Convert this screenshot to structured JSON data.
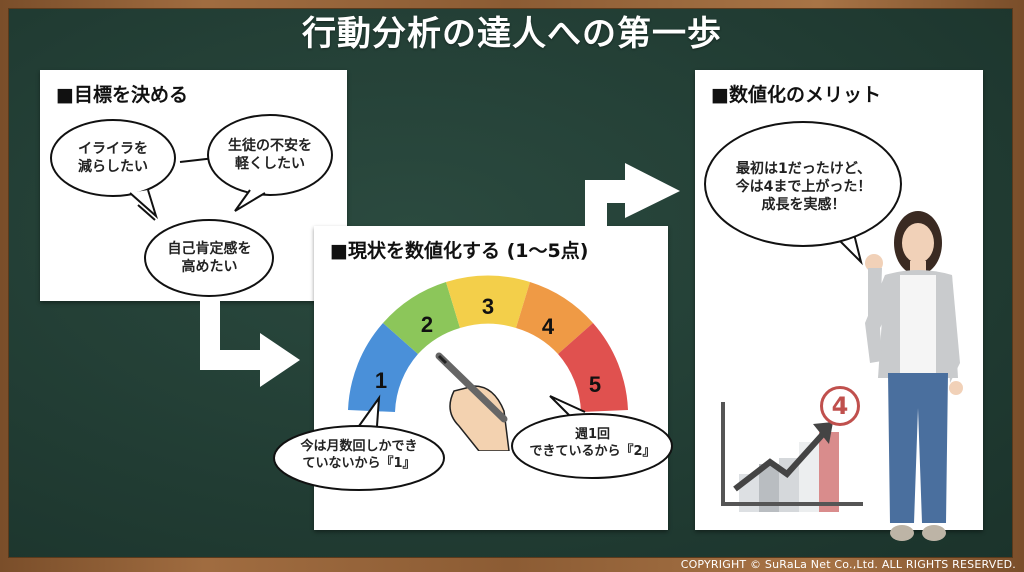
{
  "title": "行動分析の達人への第一歩",
  "panels": {
    "goal": {
      "heading": "■目標を決める",
      "bubbles": [
        "イライラを\n減らしたい",
        "生徒の不安を\n軽くしたい",
        "自己肯定感を\n高めたい"
      ]
    },
    "quantify": {
      "heading": "■現状を数値化する (1〜5点)",
      "gauge": {
        "segments": [
          {
            "label": "1",
            "color": "#4a90d9"
          },
          {
            "label": "2",
            "color": "#8cc65a"
          },
          {
            "label": "3",
            "color": "#f3cf4a"
          },
          {
            "label": "4",
            "color": "#ef9a45"
          },
          {
            "label": "5",
            "color": "#e0514f"
          }
        ]
      },
      "bubbles": [
        "今は月数回しかでき\nていないから『1』",
        "週1回\nできているから『2』"
      ]
    },
    "merit": {
      "heading": "■数値化のメリット",
      "bubble": "最初は1だったけど、\n今は4まで上がった！\n成長を実感！",
      "badge": "4",
      "badge_color": "#c0504d"
    }
  },
  "copyright": "COPYRIGHT © SuRaLa Net Co.,Ltd. ALL RIGHTS RESERVED."
}
